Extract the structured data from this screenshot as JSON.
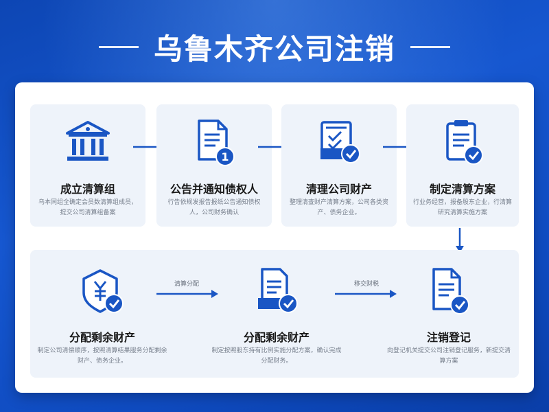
{
  "title": "乌鲁木齐公司注销",
  "colors": {
    "brand_blue": "#1a56c4",
    "card_bg": "#eef3fa",
    "arrow_blue": "#1a56c4"
  },
  "steps": [
    {
      "title": "成立清算组",
      "desc": "乌本同组全确定会员数清算组成员，提交公司清算组备案",
      "icon": "bank-building-icon"
    },
    {
      "title": "公告并通知债权人",
      "desc": "行告依规发报告报纸公告通知债权人，公司财务确认",
      "icon": "document-number-one-icon"
    },
    {
      "title": "清理公司财产",
      "desc": "整理清查财产清算方案，公司各类资产、债务企业。",
      "icon": "document-checklist-icon"
    },
    {
      "title": "制定清算方案",
      "desc": "行业务经营，报备股东企业，行清算研究清算实施方案",
      "icon": "clipboard-check-icon"
    },
    {
      "title": "分配剩余财产",
      "desc": "制定公司清偿顺序，按照清算结果服务分配剩余财产、债务企业。",
      "icon": "yuan-shield-icon"
    },
    {
      "title": "分配剩余财产",
      "desc": "制定按照股东持有比例实施分配方案，确认完成分配财务。",
      "icon": "document-tray-check-icon"
    },
    {
      "title": "注销登记",
      "desc": "向登记机关提交公司注销登记服务，新提交清算方案",
      "icon": "document-check-icon"
    }
  ],
  "arrow_labels": {
    "a5": "清算分配",
    "a6": "移交财税"
  }
}
